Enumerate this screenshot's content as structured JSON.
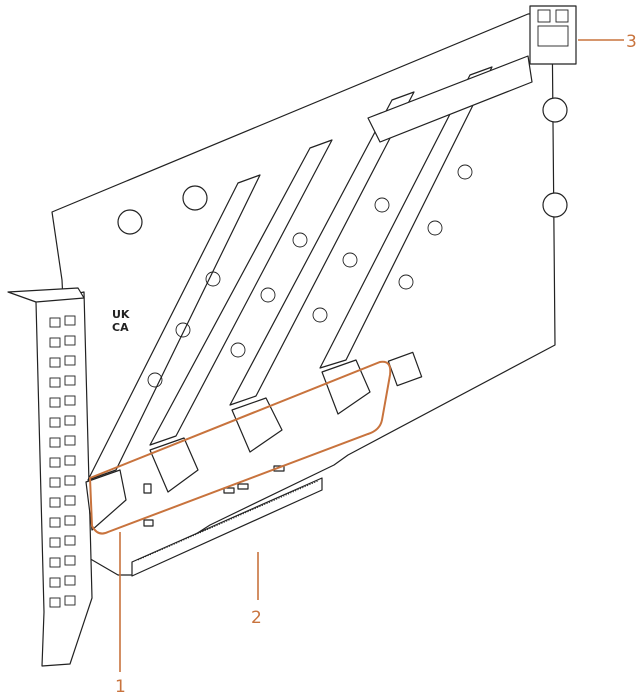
{
  "callouts": [
    {
      "number": "1"
    },
    {
      "number": "2"
    },
    {
      "number": "3"
    }
  ],
  "board_marking": {
    "line1": "UK",
    "line2": "CA"
  },
  "colors": {
    "callout": "#c8733d",
    "outline": "#222222",
    "background": "#ffffff"
  }
}
